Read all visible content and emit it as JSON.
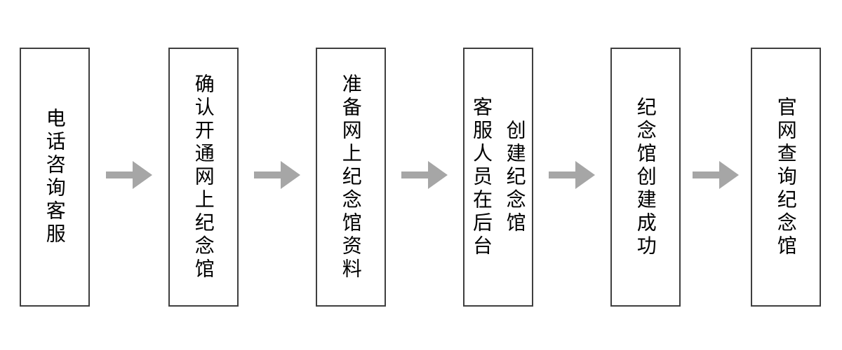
{
  "diagram": {
    "type": "flowchart",
    "direction": "left-to-right",
    "background_color": "#ffffff",
    "box_border_color": "#3f3f3f",
    "text_color": "#000000",
    "arrow_color": "#a6a6a6",
    "arrow_icon": "right-block-arrow",
    "steps": [
      {
        "label": "电话咨询客服",
        "display": "电话咨询客服"
      },
      {
        "label": "确认开通网上纪念馆",
        "display": "确认开通网上纪念馆"
      },
      {
        "label": "准备网上纪念馆资料",
        "display": "准备网上纪念馆资料"
      },
      {
        "label": "客服人员在后台创建纪念馆",
        "display": "客服人员在后台\n创建纪念馆"
      },
      {
        "label": "纪念馆创建成功",
        "display": "纪念馆创建成功"
      },
      {
        "label": "官网查询纪念馆",
        "display": "官网查询纪念馆"
      }
    ]
  }
}
